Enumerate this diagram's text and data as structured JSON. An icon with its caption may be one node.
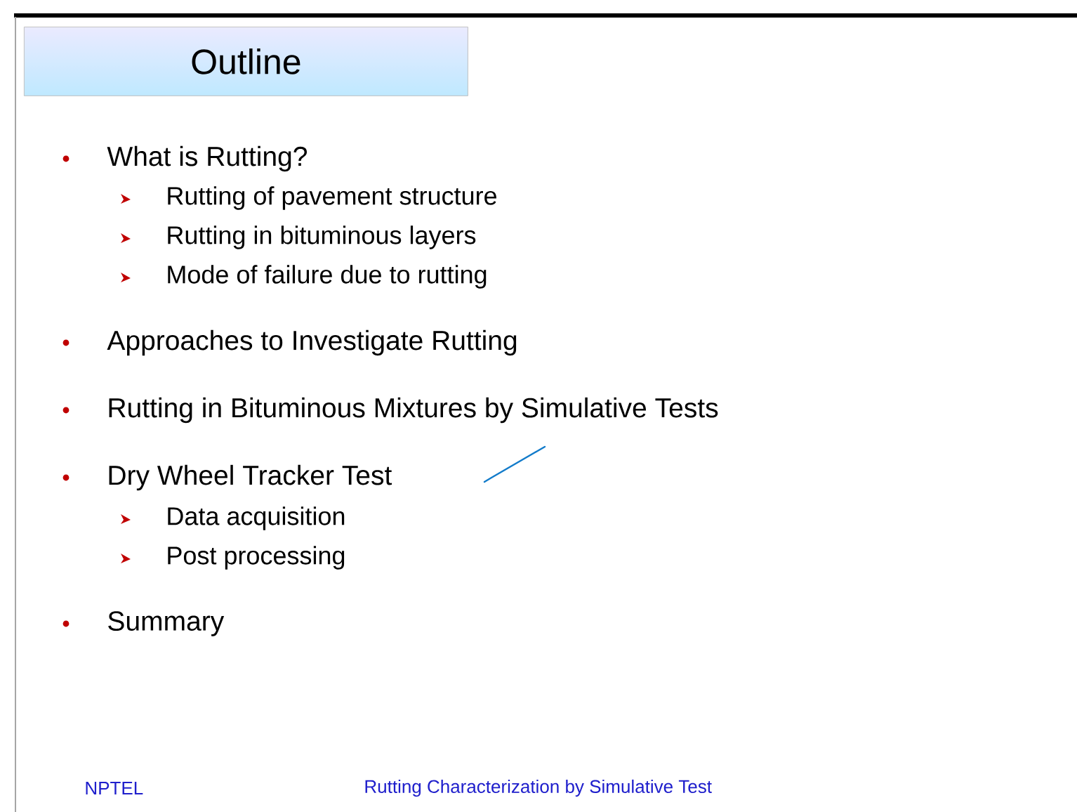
{
  "diagram": {
    "title": "Outline",
    "labels": [
      "What is Rutting?",
      "Rutting of pavement structure",
      "Rutting in bituminous layers",
      "Mode of failure due to rutting",
      "Approaches to Investigate Rutting",
      "Rutting in Bituminous Mixtures by Simulative Tests",
      "Dry Wheel Tracker Test",
      "Data acquisition",
      "Post processing",
      "Summary",
      "NPTEL",
      "Rutting Characterization by Simulative Test"
    ]
  }
}
